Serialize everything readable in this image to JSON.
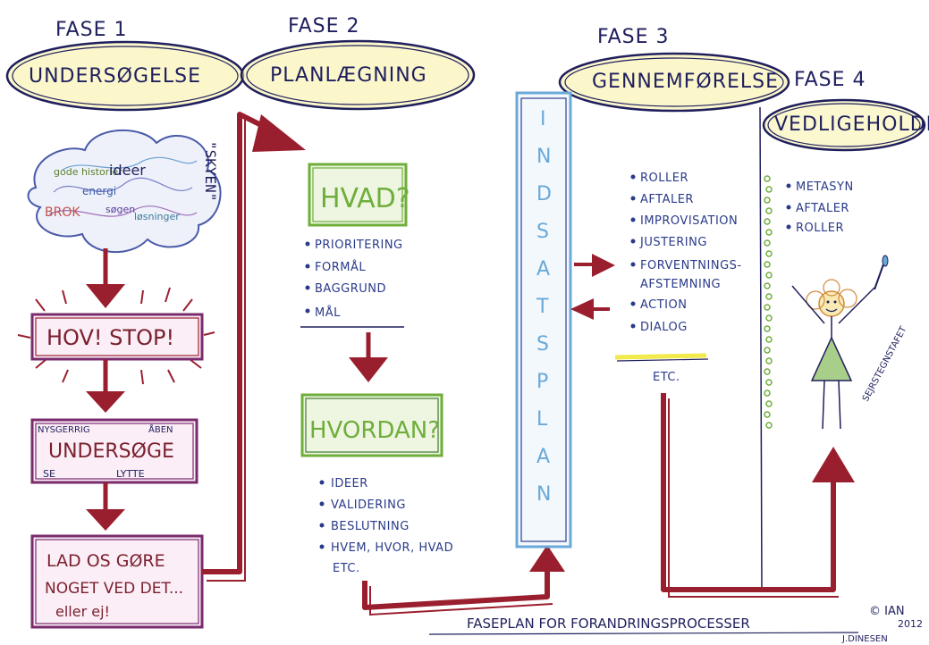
{
  "phases": [
    {
      "heading": "FASE 1",
      "title": "UNDERSØGELSE"
    },
    {
      "heading": "FASE 2",
      "title": "PLANLÆGNING"
    },
    {
      "heading": "FASE 3",
      "title": "GENNEMFØRELSE"
    },
    {
      "heading": "FASE 4",
      "title": "VEDLIGEHOLDELSE"
    }
  ],
  "cloud": {
    "label": "\"SKYEN\"",
    "words": [
      "gode historier",
      "ideer",
      "energi",
      "BROK",
      "søgen",
      "løsninger"
    ]
  },
  "phase1_boxes": {
    "stop": "HOV! STOP!",
    "investigate": {
      "top_left": "NYSGERRIG",
      "top_right": "ÅBEN",
      "main": "UNDERSØGE",
      "bottom_left": "SE",
      "bottom_right": "LYTTE"
    },
    "action": {
      "line1": "LAD OS GØRE",
      "line2": "NOGET VED DET...",
      "line3": "eller ej!"
    }
  },
  "phase2": {
    "what_box": "HVAD?",
    "what_items": [
      "PRIORITERING",
      "FORMÅL",
      "BAGGRUND",
      "MÅL"
    ],
    "how_box": "HVORDAN?",
    "how_items": [
      "IDEER",
      "VALIDERING",
      "BESLUTNING",
      "HVEM, HVOR, HVAD",
      "ETC."
    ]
  },
  "indsatsplan": [
    "I",
    "N",
    "D",
    "S",
    "A",
    "T",
    "S",
    "P",
    "L",
    "A",
    "N"
  ],
  "phase3": {
    "items": [
      "ROLLER",
      "AFTALER",
      "IMPROVISATION",
      "JUSTERING",
      "FORVENTNINGS-",
      "AFSTEMNING",
      "ACTION",
      "DIALOG"
    ],
    "etc": "ETC."
  },
  "phase4": {
    "items": [
      "METASYN",
      "AFTALER",
      "ROLLER"
    ],
    "figure_label": "SEJRSTEGNSTAFET"
  },
  "footer": {
    "caption": "FASEPLAN FOR FORANDRINGSPROCESSER",
    "copyright": "© IAN",
    "year": "2012",
    "author": "J.DINESEN"
  },
  "colors": {
    "ink_blue": "#1f1f5e",
    "arrow_red": "#9a1f2e",
    "box_purple": "#7a2b6e",
    "highlight_yellow": "#f2e94a",
    "box_green": "#6fae3a",
    "plan_blue": "#6aa9d8"
  }
}
